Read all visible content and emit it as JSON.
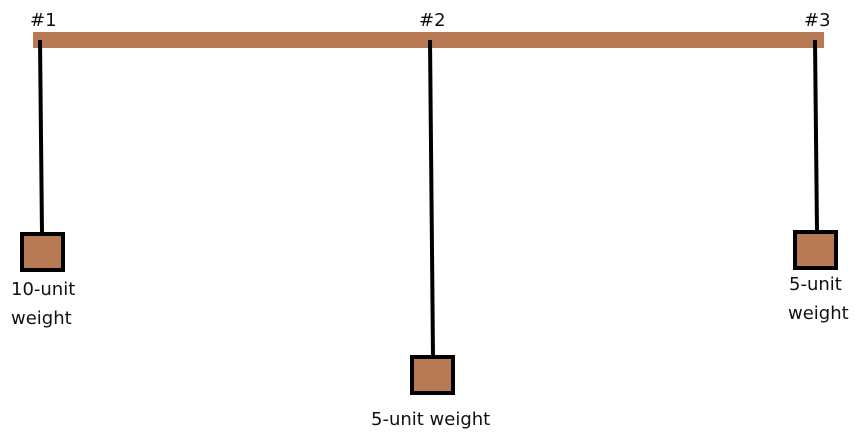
{
  "diagram": {
    "beam_color": "#b87a55",
    "weight_color": "#b87a55",
    "string_color": "#000000",
    "points": [
      {
        "label": "#1",
        "weight_line1": "10-unit",
        "weight_line2": "weight"
      },
      {
        "label": "#2",
        "weight_line1": "5-unit weight",
        "weight_line2": ""
      },
      {
        "label": "#3",
        "weight_line1": "5-unit",
        "weight_line2": "weight"
      }
    ]
  }
}
